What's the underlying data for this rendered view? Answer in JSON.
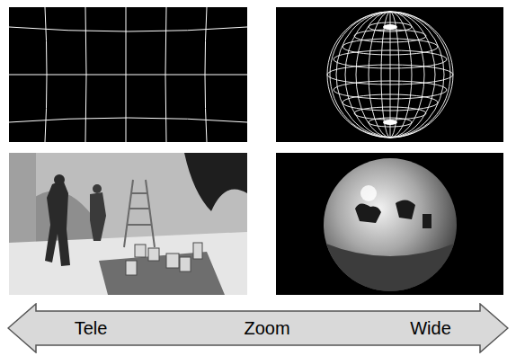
{
  "diagram": {
    "nodes": [
      {
        "text": [
          "Tele",
          "Zoom",
          "Wide"
        ]
      }
    ]
  }
}
